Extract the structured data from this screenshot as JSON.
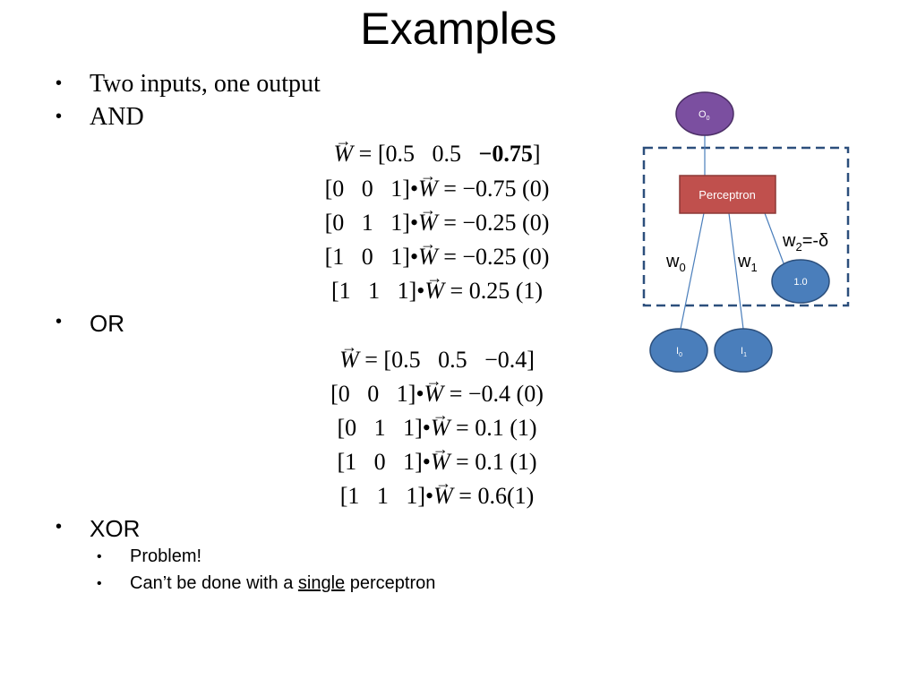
{
  "title": "Examples",
  "bullets": {
    "b1": "Two inputs, one output",
    "b2": "AND",
    "b3": "OR",
    "b4": "XOR"
  },
  "and_eqs": [
    "W = [0.5    0.5    −0.75]",
    "[0    0    1]•W = −0.75 (0)",
    "[0    1    1]•W = −0.25 (0)",
    "[1    0    1]•W = −0.25 (0)",
    "[1    1    1]•W = 0.25 (1)"
  ],
  "or_eqs": [
    "W = [0.5    0.5    −0.4]",
    "[0    0    1]•W = −0.4 (0)",
    "[0    1    1]•W = 0.1 (1)",
    "[1    0    1]•W = 0.1 (1)",
    "[1    1    1]•W = 0.6(1)"
  ],
  "xor_sub": {
    "s1": "Problem!",
    "s2_pre": "Can’t be done with a ",
    "s2_u": "single",
    "s2_post": " perceptron"
  },
  "diagram": {
    "output_node": "O",
    "output_sub": "0",
    "perceptron": "Perceptron",
    "bias_node": "1.0",
    "input0": "I",
    "input0_sub": "0",
    "input1": "I",
    "input1_sub": "1",
    "w0": "w",
    "w0_sub": "0",
    "w1": "w",
    "w1_sub": "1",
    "w2": "w",
    "w2_sub": "2",
    "w2_rest": "=-δ",
    "colors": {
      "output_fill": "#7b4fa0",
      "input_fill": "#4a7ebb",
      "perceptron_fill": "#c0504d",
      "line": "#4a7ebb",
      "dashed_box": "#2c4f7c"
    }
  }
}
